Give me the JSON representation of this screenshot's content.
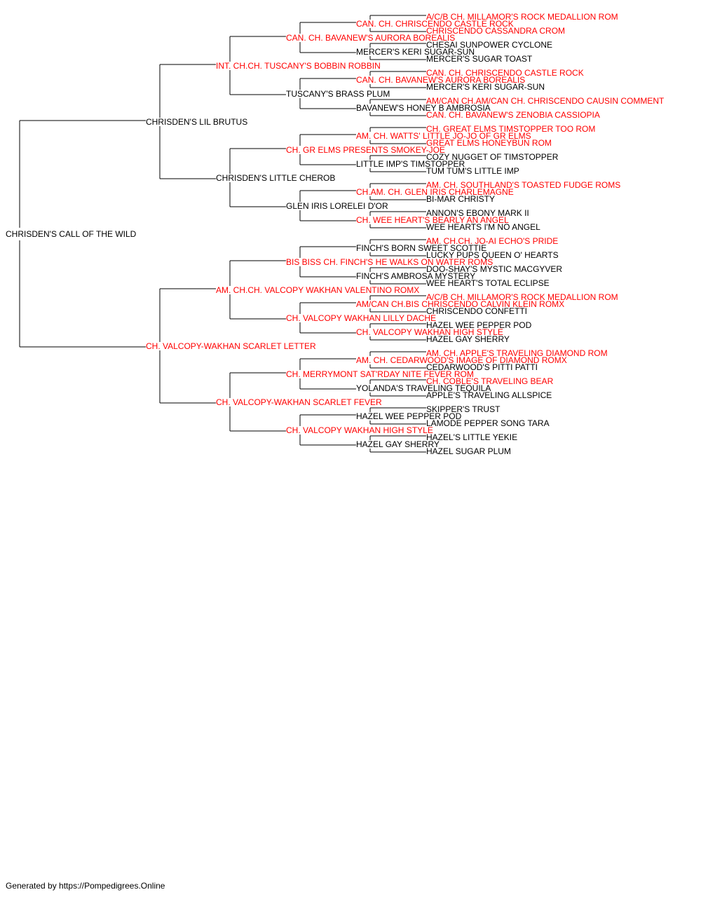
{
  "colors": {
    "champion": "#ff0000",
    "regular": "#000000",
    "line": "#000000"
  },
  "pedigree": [
    {
      "name": "CHRISDEN'S CALL OF THE WILD",
      "champion": false
    },
    {
      "name": "CHRISDEN'S LIL BRUTUS",
      "champion": false
    },
    {
      "name": "CH. VALCOPY-WAKHAN SCARLET LETTER",
      "champion": true
    },
    {
      "name": "INT. CH.CH. TUSCANY'S BOBBIN ROBBIN",
      "champion": true
    },
    {
      "name": "CHRISDEN'S LITTLE CHEROB",
      "champion": false
    },
    {
      "name": "AM. CH.CH. VALCOPY WAKHAN VALENTINO ROMX",
      "champion": true
    },
    {
      "name": "CH. VALCOPY-WAKHAN SCARLET FEVER",
      "champion": true
    },
    {
      "name": "CAN. CH. BAVANEW'S AURORA BOREALIS",
      "champion": true
    },
    {
      "name": "TUSCANY'S BRASS PLUM",
      "champion": false
    },
    {
      "name": "CH. GR ELMS PRESENTS SMOKEY-JOE",
      "champion": true
    },
    {
      "name": "GLEN IRIS LORELEI D'OR",
      "champion": false
    },
    {
      "name": "BIS BISS CH. FINCH'S HE WALKS ON WATER ROMS",
      "champion": true
    },
    {
      "name": "CH. VALCOPY WAKHAN LILLY DACHE",
      "champion": true
    },
    {
      "name": "CH. MERRYMONT SAT'RDAY NITE FEVER ROM",
      "champion": true
    },
    {
      "name": "CH. VALCOPY WAKHAN HIGH STYLE",
      "champion": true
    },
    {
      "name": "CAN. CH. CHRISCENDO CASTLE ROCK",
      "champion": true
    },
    {
      "name": "MERCER'S KERI SUGAR-SUN",
      "champion": false
    },
    {
      "name": "CAN. CH. BAVANEW'S AURORA BOREALIS",
      "champion": true
    },
    {
      "name": "BAVANEW'S HONEY B AMBROSIA",
      "champion": false
    },
    {
      "name": "AM. CH. WATTS' LITTLE JO-JO OF GR ELMS",
      "champion": true
    },
    {
      "name": "LITTLE IMP'S TIMSTOPPER",
      "champion": false
    },
    {
      "name": "CH.AM. CH. GLEN IRIS CHARLEMAGNE",
      "champion": true
    },
    {
      "name": "CH. WEE HEART'S BEARLY AN ANGEL",
      "champion": true
    },
    {
      "name": "FINCH'S BORN SWEET SCOTTIE",
      "champion": false
    },
    {
      "name": "FINCH'S AMBROSA MYSTERY",
      "champion": false
    },
    {
      "name": "AM/CAN CH.BIS CHRISCENDO CALVIN KLEIN ROMX",
      "champion": true
    },
    {
      "name": "CH. VALCOPY WAKHAN HIGH STYLE",
      "champion": true
    },
    {
      "name": "AM. CH. CEDARWOOD'S IMAGE OF DIAMOND ROMX",
      "champion": true
    },
    {
      "name": "YOLANDA'S TRAVELING TEQUILA",
      "champion": false
    },
    {
      "name": "HAZEL WEE PEPPER POD",
      "champion": false
    },
    {
      "name": "HAZEL GAY SHERRY",
      "champion": false
    },
    {
      "name": "A/C/B CH. MILLAMOR'S ROCK MEDALLION ROM",
      "champion": true
    },
    {
      "name": "CHRISCENDO CASSANDRA CROM",
      "champion": true
    },
    {
      "name": "CHESAI SUNPOWER CYCLONE",
      "champion": false
    },
    {
      "name": "MERCER'S SUGAR TOAST",
      "champion": false
    },
    {
      "name": "CAN. CH. CHRISCENDO CASTLE ROCK",
      "champion": true
    },
    {
      "name": "MERCER'S KERI SUGAR-SUN",
      "champion": false
    },
    {
      "name": "AM/CAN CH.AM/CAN CH. CHRISCENDO CAUSIN COMMENT",
      "champion": true
    },
    {
      "name": "CAN. CH. BAVANEW'S ZENOBIA CASSIOPIA",
      "champion": true
    },
    {
      "name": "CH. GREAT ELMS TIMSTOPPER TOO ROM",
      "champion": true
    },
    {
      "name": "GREAT ELMS HONEYBUN ROM",
      "champion": true
    },
    {
      "name": "COZY NUGGET OF TIMSTOPPER",
      "champion": false
    },
    {
      "name": "TUM TUM'S LITTLE IMP",
      "champion": false
    },
    {
      "name": "AM. CH. SOUTHLAND'S TOASTED FUDGE ROMS",
      "champion": true
    },
    {
      "name": "BI-MAR CHRISTY",
      "champion": false
    },
    {
      "name": "ANNON'S EBONY MARK II",
      "champion": false
    },
    {
      "name": "WEE HEARTS I'M NO ANGEL",
      "champion": false
    },
    {
      "name": "AM. CH.CH. JO-AI ECHO'S PRIDE",
      "champion": true
    },
    {
      "name": "LUCKY PUPS QUEEN O' HEARTS",
      "champion": false
    },
    {
      "name": "DOO-SHAY'S MYSTIC MACGYVER",
      "champion": false
    },
    {
      "name": "WEE HEART'S TOTAL ECLIPSE",
      "champion": false
    },
    {
      "name": "A/C/B CH. MILLAMOR'S ROCK MEDALLION ROM",
      "champion": true
    },
    {
      "name": "CHRISCENDO CONFETTI",
      "champion": false
    },
    {
      "name": "HAZEL WEE PEPPER POD",
      "champion": false
    },
    {
      "name": "HAZEL GAY SHERRY",
      "champion": false
    },
    {
      "name": "AM. CH. APPLE'S TRAVELING DIAMOND ROM",
      "champion": true
    },
    {
      "name": "CEDARWOOD'S PITTI PATTI",
      "champion": false
    },
    {
      "name": "CH. COBLE'S TRAVELING BEAR",
      "champion": true
    },
    {
      "name": "APPLE'S TRAVELING ALLSPICE",
      "champion": false
    },
    {
      "name": "SKIPPER'S TRUST",
      "champion": false
    },
    {
      "name": "LAMODE PEPPER SONG TARA",
      "champion": false
    },
    {
      "name": "HAZEL'S LITTLE YEKIE",
      "champion": false
    },
    {
      "name": "HAZEL SUGAR PLUM",
      "champion": false
    }
  ],
  "footer": "Generated by https://Pompedigrees.Online"
}
